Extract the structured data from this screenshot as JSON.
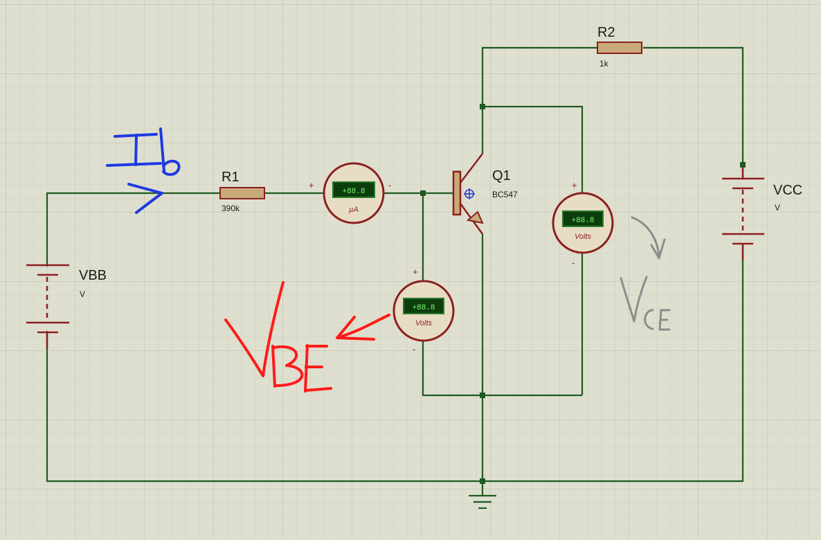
{
  "components": {
    "r1": {
      "name": "R1",
      "value": "390k"
    },
    "r2": {
      "name": "R2",
      "value": "1k"
    },
    "q1": {
      "name": "Q1",
      "part": "BC547"
    },
    "vbb": {
      "name": "VBB",
      "unit": "V"
    },
    "vcc": {
      "name": "VCC",
      "unit": "V"
    }
  },
  "meters": {
    "ammeter_base": {
      "reading": "+88.8",
      "unit": "µA",
      "plus": "+",
      "minus": "-"
    },
    "voltmeter_be": {
      "reading": "+88.8",
      "unit": "Volts",
      "plus": "+",
      "minus": "-"
    },
    "voltmeter_ce": {
      "reading": "+88.8",
      "unit": "Volts",
      "plus": "+",
      "minus": "-"
    }
  },
  "colors": {
    "background": "#dfdfcf",
    "grid_minor": "#cfcfbf",
    "grid_major": "#c2c2b2",
    "wire": "#1f5a1f",
    "component": "#8a1f1f",
    "resistor_fill": "#c9a978",
    "meter_face": "#e6ddc4",
    "lcd_bg": "#0d3d0d",
    "lcd_text": "#7dfc6a",
    "annotation_ib": "#1e3ae0",
    "annotation_vbe": "#ff1a1a",
    "annotation_vce": "#8c8c8c"
  }
}
